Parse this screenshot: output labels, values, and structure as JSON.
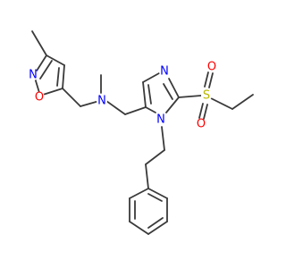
{
  "molecule": {
    "atoms": [
      {
        "id": "a_me_iso",
        "element": "C"
      },
      {
        "id": "a_c3",
        "element": "C"
      },
      {
        "id": "a_n_iso",
        "element": "N",
        "label": "N",
        "color": "#0000ff"
      },
      {
        "id": "a_o_iso",
        "element": "O",
        "label": "O",
        "color": "#ff0000"
      },
      {
        "id": "a_c5",
        "element": "C"
      },
      {
        "id": "a_c4",
        "element": "C"
      },
      {
        "id": "a_ch2_left",
        "element": "C"
      },
      {
        "id": "a_n_amine",
        "element": "N",
        "label": "N",
        "color": "#0000ff"
      },
      {
        "id": "a_n_methyl",
        "element": "C"
      },
      {
        "id": "a_ch2_right",
        "element": "C"
      },
      {
        "id": "a_im_c5",
        "element": "C"
      },
      {
        "id": "a_im_c4",
        "element": "C"
      },
      {
        "id": "a_im_n3",
        "element": "N",
        "label": "N",
        "color": "#0000ff"
      },
      {
        "id": "a_im_c2",
        "element": "C"
      },
      {
        "id": "a_im_n1",
        "element": "N",
        "label": "N",
        "color": "#0000ff"
      },
      {
        "id": "a_s",
        "element": "S",
        "label": "S",
        "color": "#b8b800"
      },
      {
        "id": "a_o_top",
        "element": "O",
        "label": "O",
        "color": "#ff0000"
      },
      {
        "id": "a_o_bot",
        "element": "O",
        "label": "O",
        "color": "#ff0000"
      },
      {
        "id": "a_et_ch2",
        "element": "C"
      },
      {
        "id": "a_et_ch3",
        "element": "C"
      },
      {
        "id": "a_pe_c1",
        "element": "C"
      },
      {
        "id": "a_pe_c2",
        "element": "C"
      },
      {
        "id": "a_ph_ipso",
        "element": "C"
      },
      {
        "id": "a_ph_o1",
        "element": "C"
      },
      {
        "id": "a_ph_m1",
        "element": "C"
      },
      {
        "id": "a_ph_p",
        "element": "C"
      },
      {
        "id": "a_ph_m2",
        "element": "C"
      },
      {
        "id": "a_ph_o2",
        "element": "C"
      }
    ],
    "bond_color": "#3a3a3a"
  }
}
